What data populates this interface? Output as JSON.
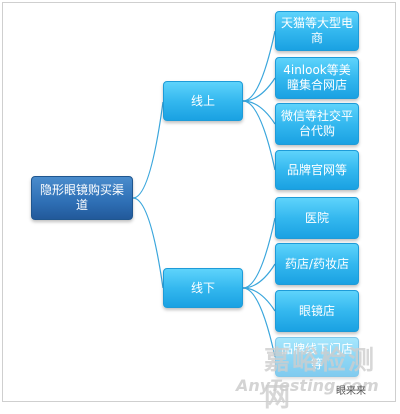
{
  "diagram": {
    "root": {
      "label": "隐形眼镜购买渠道"
    },
    "online": {
      "label": "线上",
      "items": [
        "天猫等大型电商",
        "4inlook等美瞳集合网店",
        "微信等社交平台代购",
        "品牌官网等"
      ]
    },
    "offline": {
      "label": "线下",
      "items": [
        "医院",
        "药店/药妆店",
        "眼镜店",
        "品牌线下门店等"
      ]
    },
    "colors": {
      "leaf": "#29afe9",
      "root": "#2e6fb5",
      "line": "#3aa6dc"
    }
  },
  "watermark": {
    "logo_text": "嘉峪检测网",
    "url_text": "AnyTesting.com",
    "brand_text": "眼来来"
  }
}
